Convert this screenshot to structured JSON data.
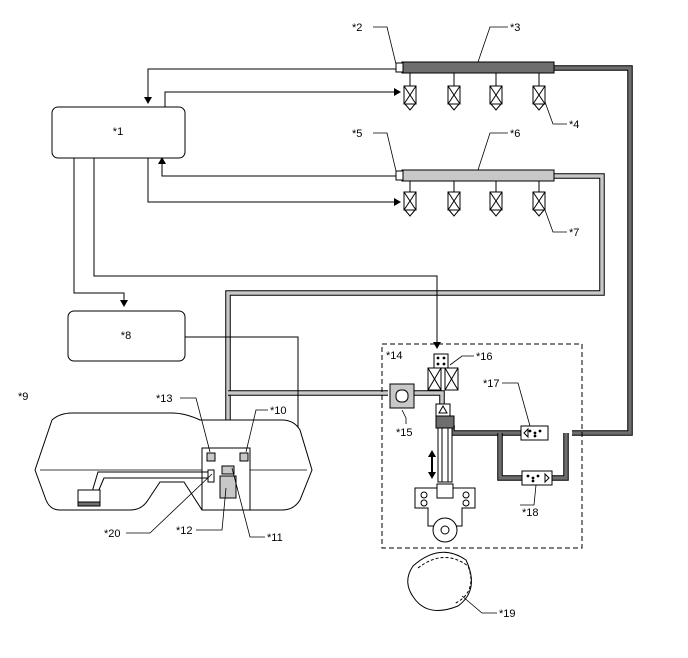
{
  "diagram": {
    "labels": {
      "ecm": "*1",
      "pressure_sensor_1": "*2",
      "fuel_rail_1": "*3",
      "injector_1": "*4",
      "pressure_sensor_2": "*5",
      "fuel_rail_2": "*6",
      "injector_2": "*7",
      "fuel_pump_control_ecu": "*8",
      "fuel_tank": "*9",
      "pressure_regulator": "*10",
      "pump_part_11": "*11",
      "fuel_pump": "*12",
      "fuel_filter_13": "*13",
      "high_pressure_pump_assembly": "*14",
      "pulsation_damper": "*15",
      "spill_control_valve": "*16",
      "check_valve_17": "*17",
      "relief_valve_18": "*18",
      "cam": "*19",
      "sender_gauge": "*20"
    },
    "colors": {
      "high_pressure_line": "#6e6e6e",
      "low_pressure_line": "#c8c8c8",
      "outline": "#000000",
      "background": "#ffffff"
    }
  }
}
